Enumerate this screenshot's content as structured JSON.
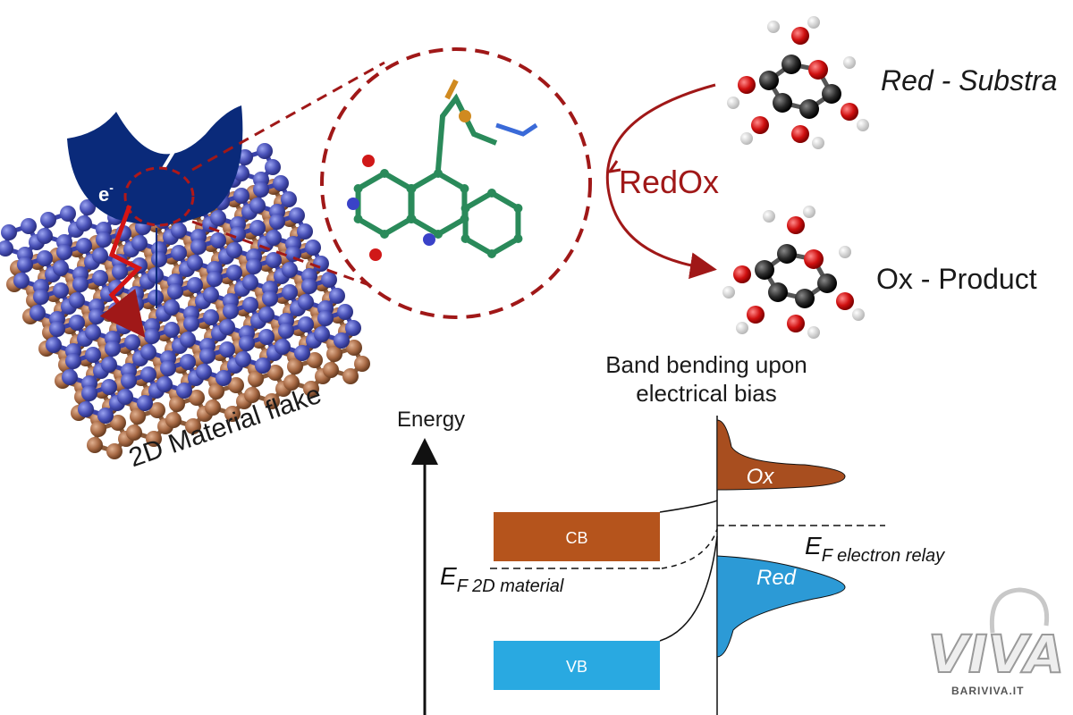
{
  "labels": {
    "flake": "2D Material flake",
    "electron": "e",
    "electron_sup": "-",
    "redox": "RedOx",
    "red_substrate": "Red - Substra",
    "ox_product": "Ox - Product",
    "band_bending": "Band bending upon electrical bias",
    "energy": "Energy",
    "cb": "CB",
    "vb": "VB",
    "ox": "Ox",
    "red": "Red",
    "ef_2d_main": "E",
    "ef_2d_sub": "F 2D material",
    "ef_relay_main": "E",
    "ef_relay_sub": "F electron relay"
  },
  "watermark": {
    "brand": "VIVA",
    "site": "BARIVIVA.IT"
  },
  "colors": {
    "cb": "#b5541c",
    "vb": "#29a9e1",
    "ox_peak": "#a84e1f",
    "red_peak": "#2c9ad6",
    "arrow": "#a01818",
    "enzyme": "#0a2a7a",
    "graphene": "#4a52b8",
    "substrate": "#a86a45",
    "molecule": "#2a8a5a"
  }
}
